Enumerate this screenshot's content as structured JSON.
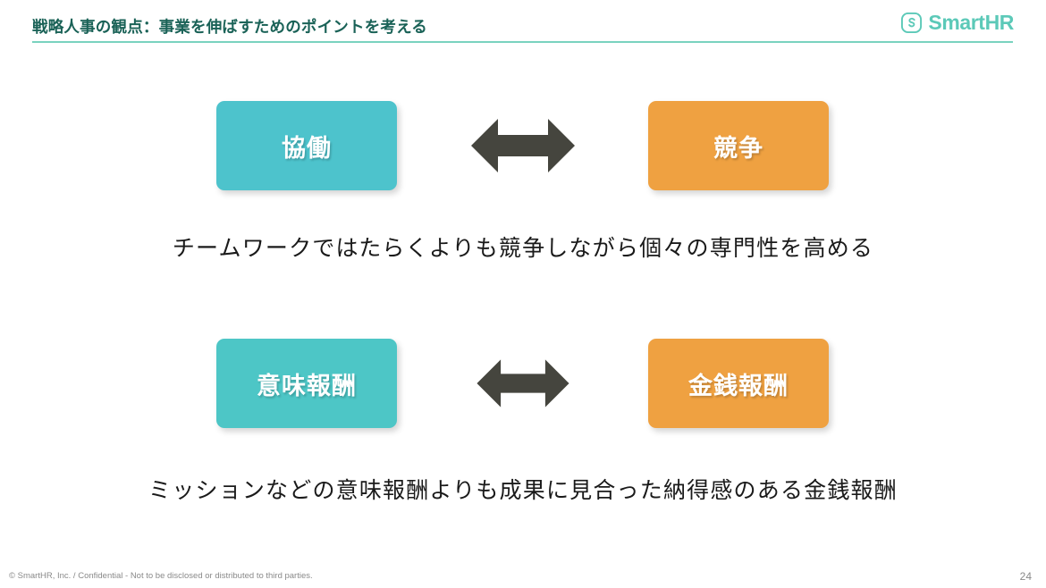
{
  "header": {
    "title": "戦略人事の観点：事業を伸ばすためのポイントを考える",
    "title_color": "#1a6257",
    "rule_color": "#79d3bf",
    "brand": {
      "wordmark": "SmartHR",
      "mark_letter": "S",
      "color": "#5cc9b8",
      "mark_icon": "smarthr-rounded-square-s-icon"
    }
  },
  "comparisons": [
    {
      "left_label": "協働",
      "left_color": "#4dc3cc",
      "arrow_icon": "double-headed-horizontal-arrow",
      "arrow_color": "#45453e",
      "right_label": "競争",
      "right_color": "#efa141",
      "caption": "チームワークではたらくよりも競争しながら個々の専門性を高める"
    },
    {
      "left_label": "意味報酬",
      "left_color": "#4dc6c6",
      "arrow_icon": "double-headed-horizontal-arrow",
      "arrow_color": "#45453e",
      "right_label": "金銭報酬",
      "right_color": "#efa141",
      "caption": "ミッションなどの意味報酬よりも成果に見合った納得感のある金銭報酬"
    }
  ],
  "footer": {
    "copyright": "© SmartHR, Inc. / Confidential - Not to be disclosed or distributed to third parties.",
    "page_number": "24"
  }
}
